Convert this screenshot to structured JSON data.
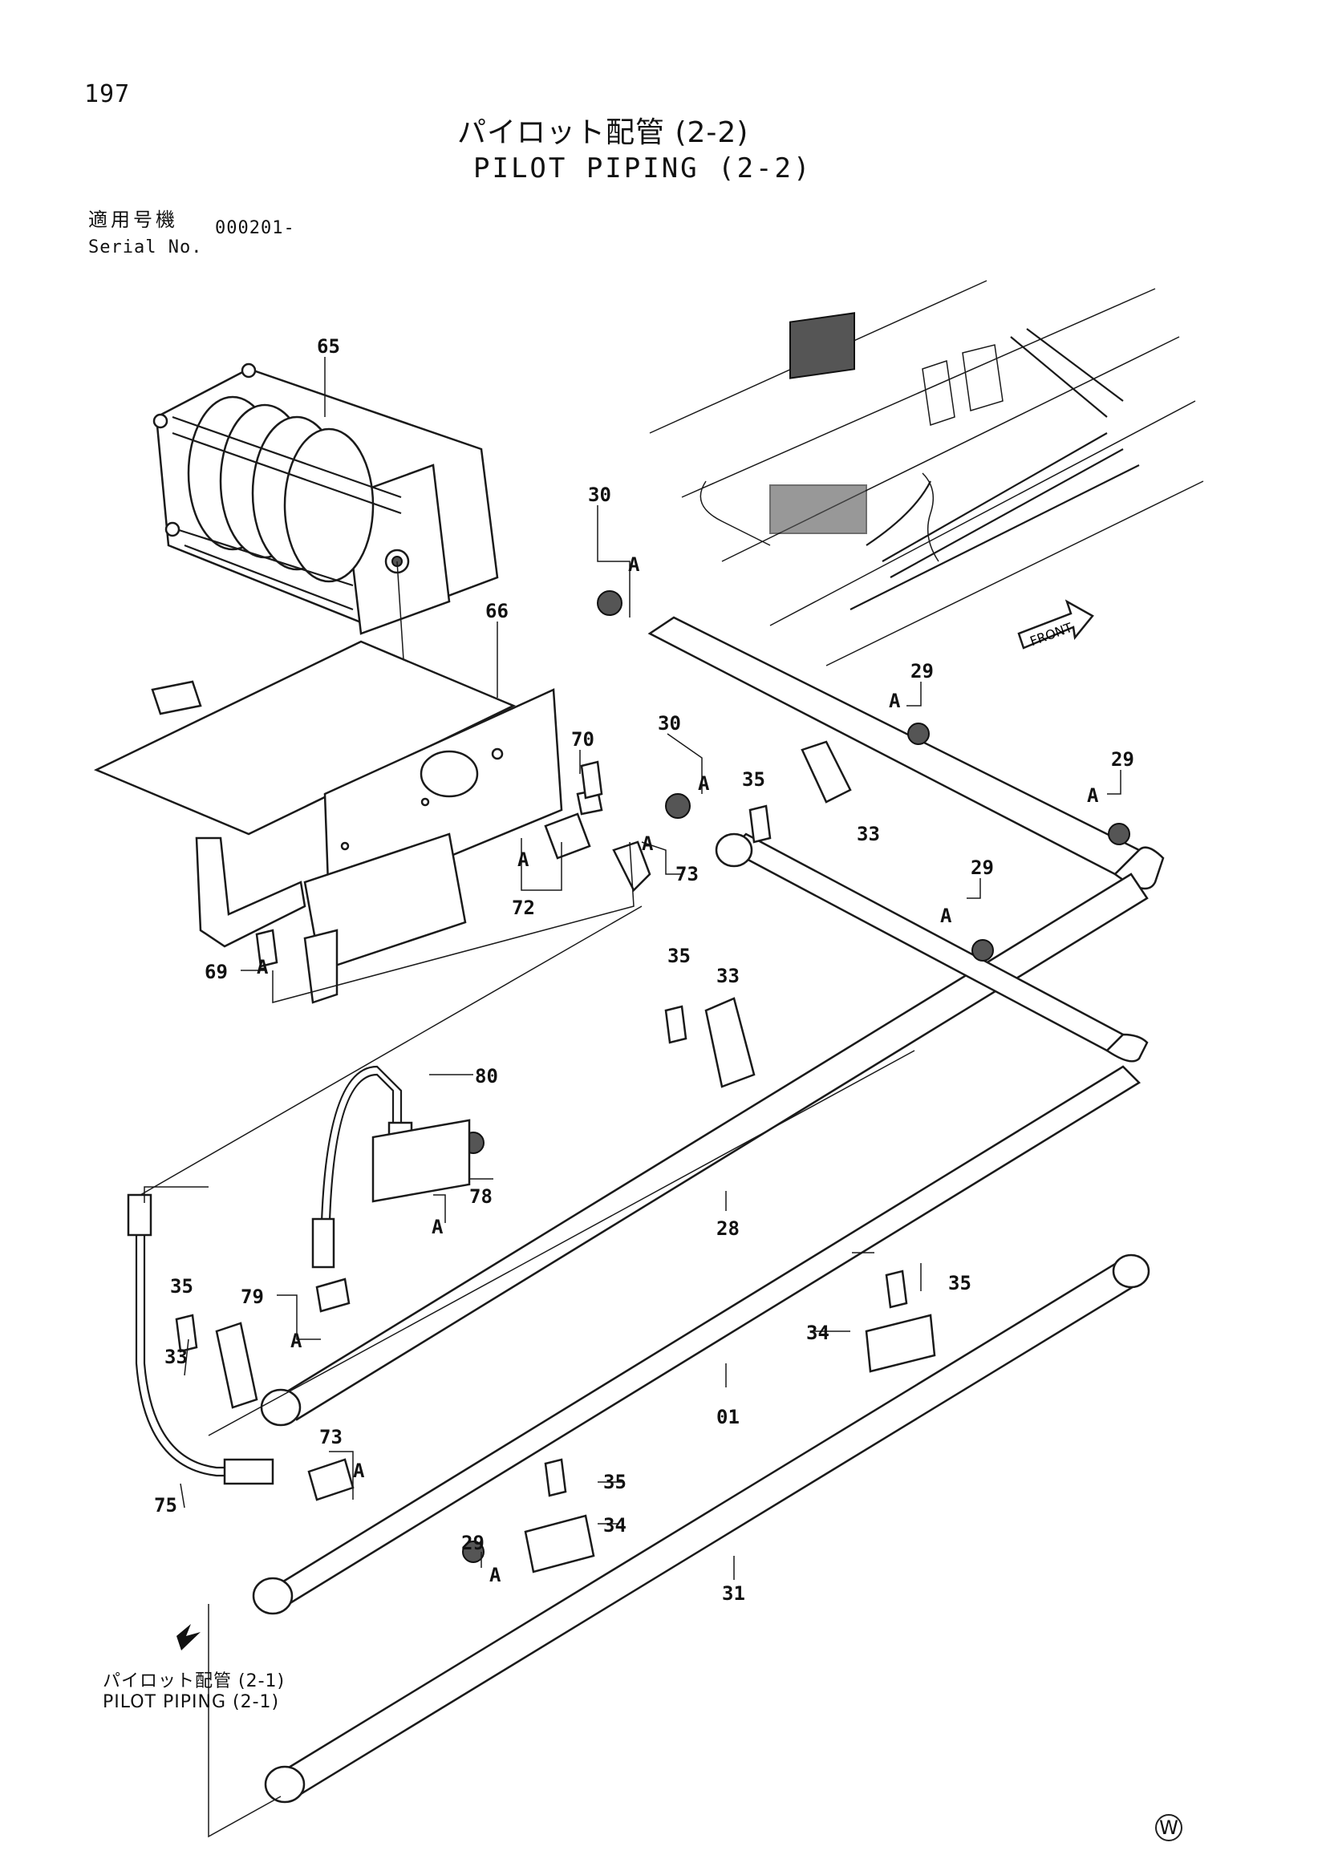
{
  "header": {
    "page_number": "197",
    "title_jp": "パイロット配管 (2-2)",
    "title_en": "PILOT PIPING (2-2)",
    "serial_label_jp": "適用号機",
    "serial_label_en": "Serial No.",
    "serial_value": "000201-"
  },
  "diagram": {
    "front_label": "FRONT",
    "callouts": [
      {
        "id": "c65",
        "label": "65"
      },
      {
        "id": "c66",
        "label": "66"
      },
      {
        "id": "c30a",
        "label": "30"
      },
      {
        "id": "c30b",
        "label": "30"
      },
      {
        "id": "c29a",
        "label": "29"
      },
      {
        "id": "c29b",
        "label": "29"
      },
      {
        "id": "c29c",
        "label": "29"
      },
      {
        "id": "c29d",
        "label": "29"
      },
      {
        "id": "c70",
        "label": "70"
      },
      {
        "id": "c72",
        "label": "72"
      },
      {
        "id": "c73a",
        "label": "73"
      },
      {
        "id": "c73b",
        "label": "73"
      },
      {
        "id": "c35a",
        "label": "35"
      },
      {
        "id": "c35b",
        "label": "35"
      },
      {
        "id": "c35c",
        "label": "35"
      },
      {
        "id": "c35d",
        "label": "35"
      },
      {
        "id": "c35e",
        "label": "35"
      },
      {
        "id": "c33a",
        "label": "33"
      },
      {
        "id": "c33b",
        "label": "33"
      },
      {
        "id": "c33c",
        "label": "33"
      },
      {
        "id": "c34a",
        "label": "34"
      },
      {
        "id": "c34b",
        "label": "34"
      },
      {
        "id": "c69",
        "label": "69"
      },
      {
        "id": "c80",
        "label": "80"
      },
      {
        "id": "c78",
        "label": "78"
      },
      {
        "id": "c79",
        "label": "79"
      },
      {
        "id": "c28",
        "label": "28"
      },
      {
        "id": "c01",
        "label": "01"
      },
      {
        "id": "c31",
        "label": "31"
      },
      {
        "id": "c75",
        "label": "75"
      }
    ],
    "a_labels": [
      "A",
      "A",
      "A",
      "A",
      "A",
      "A",
      "A",
      "A",
      "A",
      "A",
      "A",
      "A"
    ]
  },
  "footer": {
    "ref_jp": "パイロット配管 (2-1)",
    "ref_en": "PILOT PIPING (2-1)",
    "mark": "W"
  }
}
